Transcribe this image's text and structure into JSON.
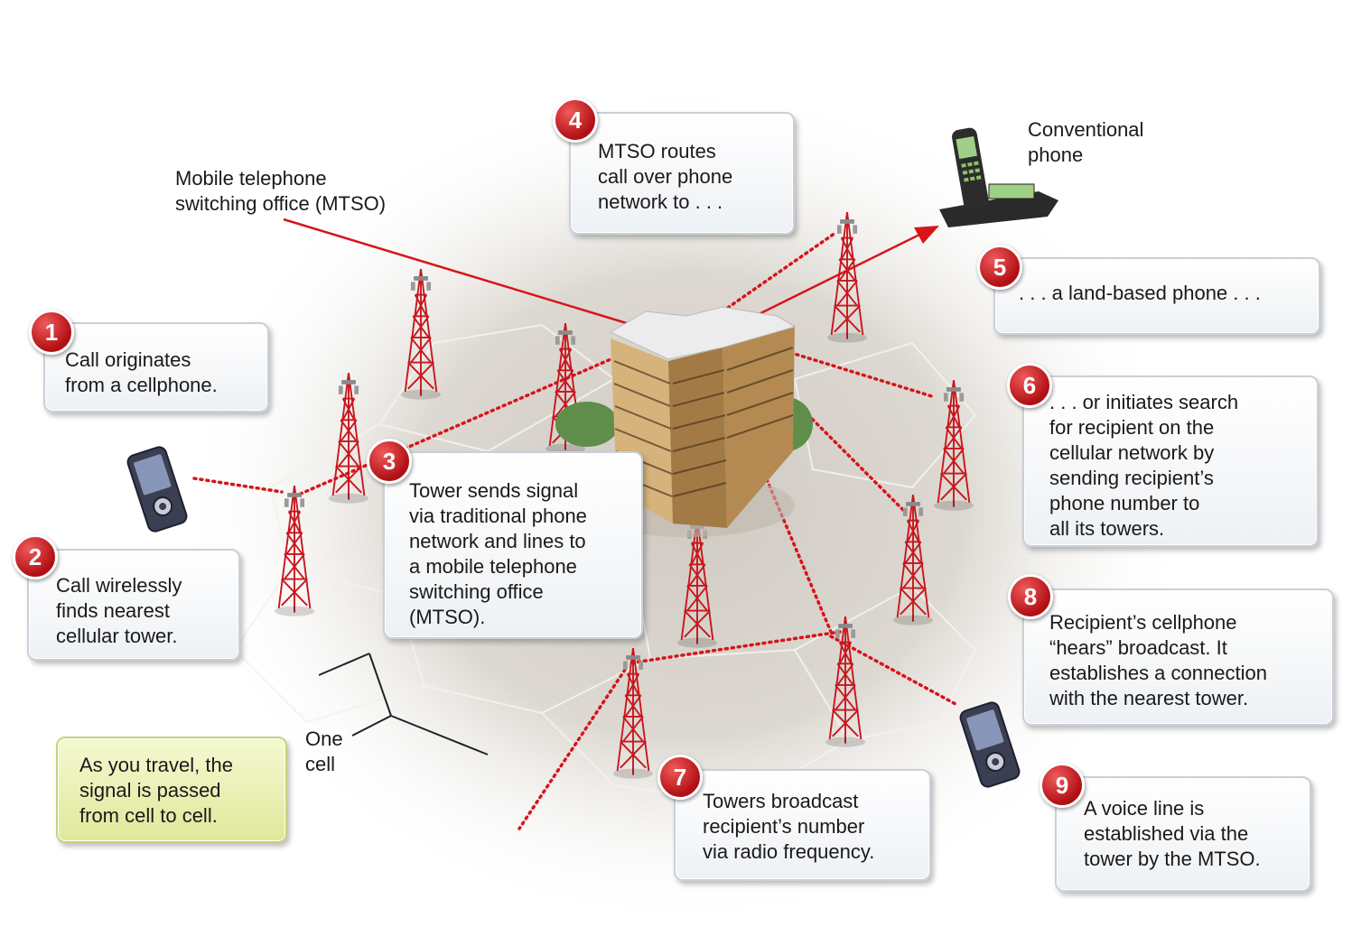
{
  "steps": [
    {
      "n": "1",
      "lines": [
        "Call originates",
        "from a cellphone."
      ]
    },
    {
      "n": "2",
      "lines": [
        "Call wirelessly",
        "finds nearest",
        "cellular tower."
      ]
    },
    {
      "n": "3",
      "lines": [
        "Tower sends signal",
        "via traditional phone",
        "network and lines to",
        "a mobile telephone",
        "switching office",
        "(MTSO)."
      ]
    },
    {
      "n": "4",
      "lines": [
        "MTSO routes",
        "call over phone",
        "network to . . ."
      ]
    },
    {
      "n": "5",
      "lines": [
        ". . . a land-based phone . . ."
      ]
    },
    {
      "n": "6",
      "lines": [
        ". . . or initiates search",
        "for recipient on the",
        "cellular network by",
        "sending recipient’s",
        "phone number to",
        "all its towers."
      ]
    },
    {
      "n": "7",
      "lines": [
        "Towers broadcast",
        "recipient’s number",
        "via radio frequency."
      ]
    },
    {
      "n": "8",
      "lines": [
        "Recipient’s cellphone",
        "“hears” broadcast. It",
        "establishes a connection",
        "with the nearest tower."
      ]
    },
    {
      "n": "9",
      "lines": [
        "A voice line is",
        "established via the",
        "tower by the MTSO."
      ]
    }
  ],
  "labels": {
    "mtso": [
      "Mobile telephone",
      "switching office (MTSO)"
    ],
    "conventional_phone": [
      "Conventional",
      "phone"
    ],
    "one_cell": [
      "One",
      "cell"
    ]
  },
  "note": [
    "As you travel, the",
    "signal is passed",
    "from cell to cell."
  ],
  "colors": {
    "signal": "#d7141a",
    "badge": "#c8161d",
    "tower": "#c8161d",
    "note_bg": "#e3eba8",
    "box_border": "#c9d0d8"
  }
}
